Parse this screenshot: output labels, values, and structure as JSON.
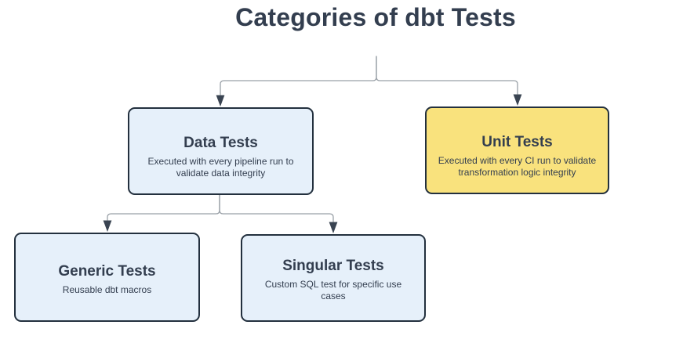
{
  "title": "Categories of dbt Tests",
  "nodes": [
    {
      "title": "Data Tests",
      "description": "Executed with every pipeline run to validate data integrity",
      "fill": "#e6f0fa"
    },
    {
      "title": "Unit Tests",
      "description": "Executed with every CI run to validate transformation logic integrity",
      "fill": "#f9e27d"
    },
    {
      "title": "Generic Tests",
      "description": "Reusable dbt macros",
      "fill": "#e6f0fa"
    },
    {
      "title": "Singular Tests",
      "description": "Custom SQL test for specific use cases",
      "fill": "#e6f0fa"
    }
  ],
  "edges": [
    {
      "from": "title-stem",
      "to": "Data Tests"
    },
    {
      "from": "title-stem",
      "to": "Unit Tests"
    },
    {
      "from": "Data Tests",
      "to": "Generic Tests"
    },
    {
      "from": "Data Tests",
      "to": "Singular Tests"
    }
  ],
  "colors": {
    "title_text": "#333e4f",
    "node_text": "#333e4f",
    "node_border": "#23303e",
    "blue_fill": "#e6f0fa",
    "yellow_fill": "#f9e27d",
    "connector_line": "#99a0a7",
    "arrowhead": "#3a4452",
    "background": "#ffffff"
  }
}
